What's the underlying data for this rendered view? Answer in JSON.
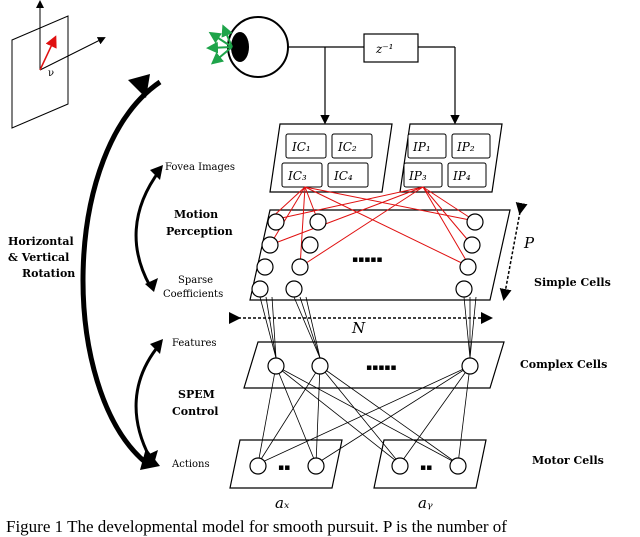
{
  "caption": "Figure 1 The developmental model for smooth pursuit. P is the number of",
  "eye": {
    "delay": "z⁻¹",
    "nu": "ν"
  },
  "left_labels": {
    "rotation_line1": "Horizontal",
    "rotation_line2": "& Vertical",
    "rotation_line3": "Rotation",
    "fovea": "Fovea Images",
    "motion_line1": "Motion",
    "motion_line2": "Perception",
    "sparse_line1": "Sparse",
    "sparse_line2": "Coefficients",
    "features": "Features",
    "spem_line1": "SPEM",
    "spem_line2": "Control",
    "actions": "Actions"
  },
  "right_labels": {
    "simple": "Simple Cells",
    "complex": "Complex Cells",
    "motor": "Motor Cells",
    "P": "P",
    "N": "N"
  },
  "image_blocks": {
    "ic": [
      "IC₁",
      "IC₂",
      "IC₃",
      "IC₄"
    ],
    "ip": [
      "IP₁",
      "IP₂",
      "IP₃",
      "IP₄"
    ]
  },
  "dots": "▪▪▪▪▪",
  "motor_dots": "▪▪",
  "ax": "aₓ",
  "ay": "aᵧ",
  "colors": {
    "red": "#e01010",
    "green": "#1ea44a",
    "line": "#000000"
  }
}
